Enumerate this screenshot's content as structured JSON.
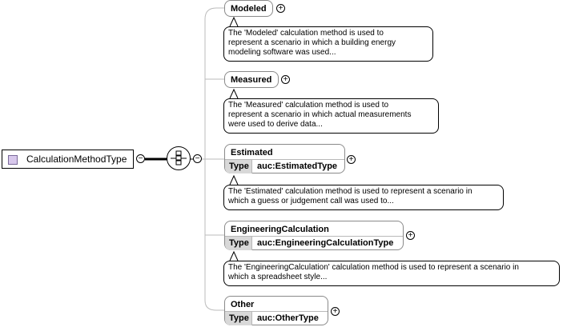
{
  "root": {
    "label": "CalculationMethodType"
  },
  "nodes": [
    {
      "name": "Modeled",
      "type_key": "",
      "type_value": "",
      "doc": [
        "The 'Modeled' calculation method is used to",
        "represent a scenario in which a building energy",
        "modeling software was used..."
      ]
    },
    {
      "name": "Measured",
      "type_key": "",
      "type_value": "",
      "doc": [
        "The 'Measured' calculation method is used to",
        "represent a scenario in which actual measurements",
        "were used to derive data..."
      ]
    },
    {
      "name": "Estimated",
      "type_key": "Type",
      "type_value": "auc:EstimatedType",
      "doc": [
        "The 'Estimated' calculation method is used to represent a scenario in",
        "which a guess or judgement call was used to..."
      ]
    },
    {
      "name": "EngineeringCalculation",
      "type_key": "Type",
      "type_value": "auc:EngineeringCalculationType",
      "doc": [
        "The 'EngineeringCalculation' calculation method is used to represent a scenario in",
        "which a spreadsheet style..."
      ]
    },
    {
      "name": "Other",
      "type_key": "Type",
      "type_value": "auc:OtherType",
      "doc": []
    }
  ],
  "symbols": {
    "expand": "+",
    "collapse": "−"
  },
  "colors": {
    "type_key_bg": "#d8d8d8",
    "node_border": "#8a8a8a",
    "root_icon": "#d8c8ec"
  }
}
